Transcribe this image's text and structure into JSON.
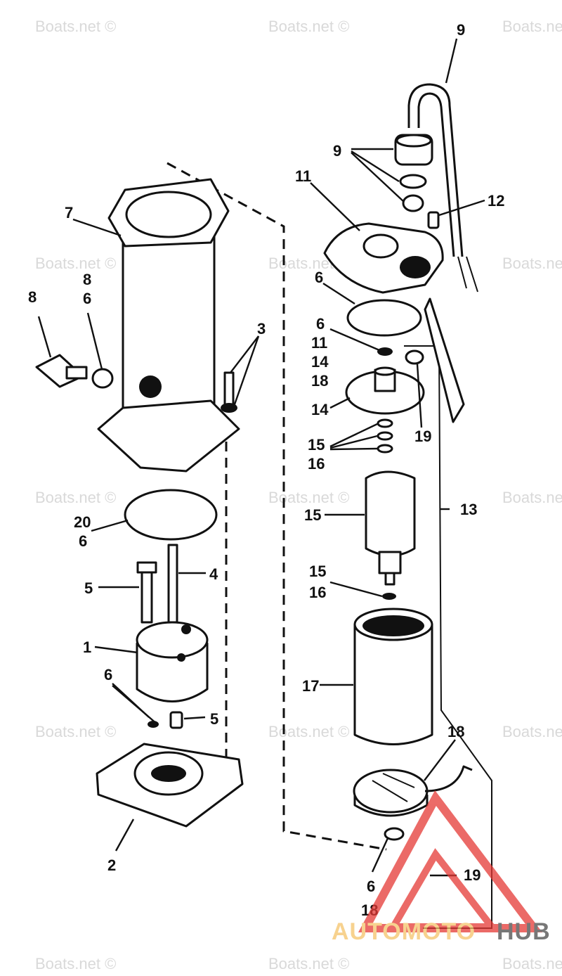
{
  "watermark": "Boats.net ©",
  "logo": {
    "part1": "AUTOMOTO",
    "part2": "HUB"
  },
  "callouts": [
    {
      "id": "c-9-top",
      "text": "9"
    },
    {
      "id": "c-9-mid",
      "text": "9"
    },
    {
      "id": "c-11-a",
      "text": "11"
    },
    {
      "id": "c-12",
      "text": "12"
    },
    {
      "id": "c-7",
      "text": "7"
    },
    {
      "id": "c-8-a",
      "text": "8"
    },
    {
      "id": "c-8-b",
      "text": "8"
    },
    {
      "id": "c-6-a",
      "text": "6"
    },
    {
      "id": "c-6-b",
      "text": "6"
    },
    {
      "id": "c-3",
      "text": "3"
    },
    {
      "id": "c-6-c",
      "text": "6"
    },
    {
      "id": "c-11-b",
      "text": "11"
    },
    {
      "id": "c-14-a",
      "text": "14"
    },
    {
      "id": "c-18-a",
      "text": "18"
    },
    {
      "id": "c-14-b",
      "text": "14"
    },
    {
      "id": "c-19-a",
      "text": "19"
    },
    {
      "id": "c-15-a",
      "text": "15"
    },
    {
      "id": "c-16-a",
      "text": "16"
    },
    {
      "id": "c-20",
      "text": "20"
    },
    {
      "id": "c-6-d",
      "text": "6"
    },
    {
      "id": "c-15-b",
      "text": "15"
    },
    {
      "id": "c-13",
      "text": "13"
    },
    {
      "id": "c-4",
      "text": "4"
    },
    {
      "id": "c-5-a",
      "text": "5"
    },
    {
      "id": "c-15-c",
      "text": "15"
    },
    {
      "id": "c-16-b",
      "text": "16"
    },
    {
      "id": "c-1",
      "text": "1"
    },
    {
      "id": "c-17",
      "text": "17"
    },
    {
      "id": "c-6-e",
      "text": "6"
    },
    {
      "id": "c-5-b",
      "text": "5"
    },
    {
      "id": "c-18-b",
      "text": "18"
    },
    {
      "id": "c-2",
      "text": "2"
    },
    {
      "id": "c-6-f",
      "text": "6"
    },
    {
      "id": "c-19-b",
      "text": "19"
    },
    {
      "id": "c-18-c",
      "text": "18"
    }
  ]
}
